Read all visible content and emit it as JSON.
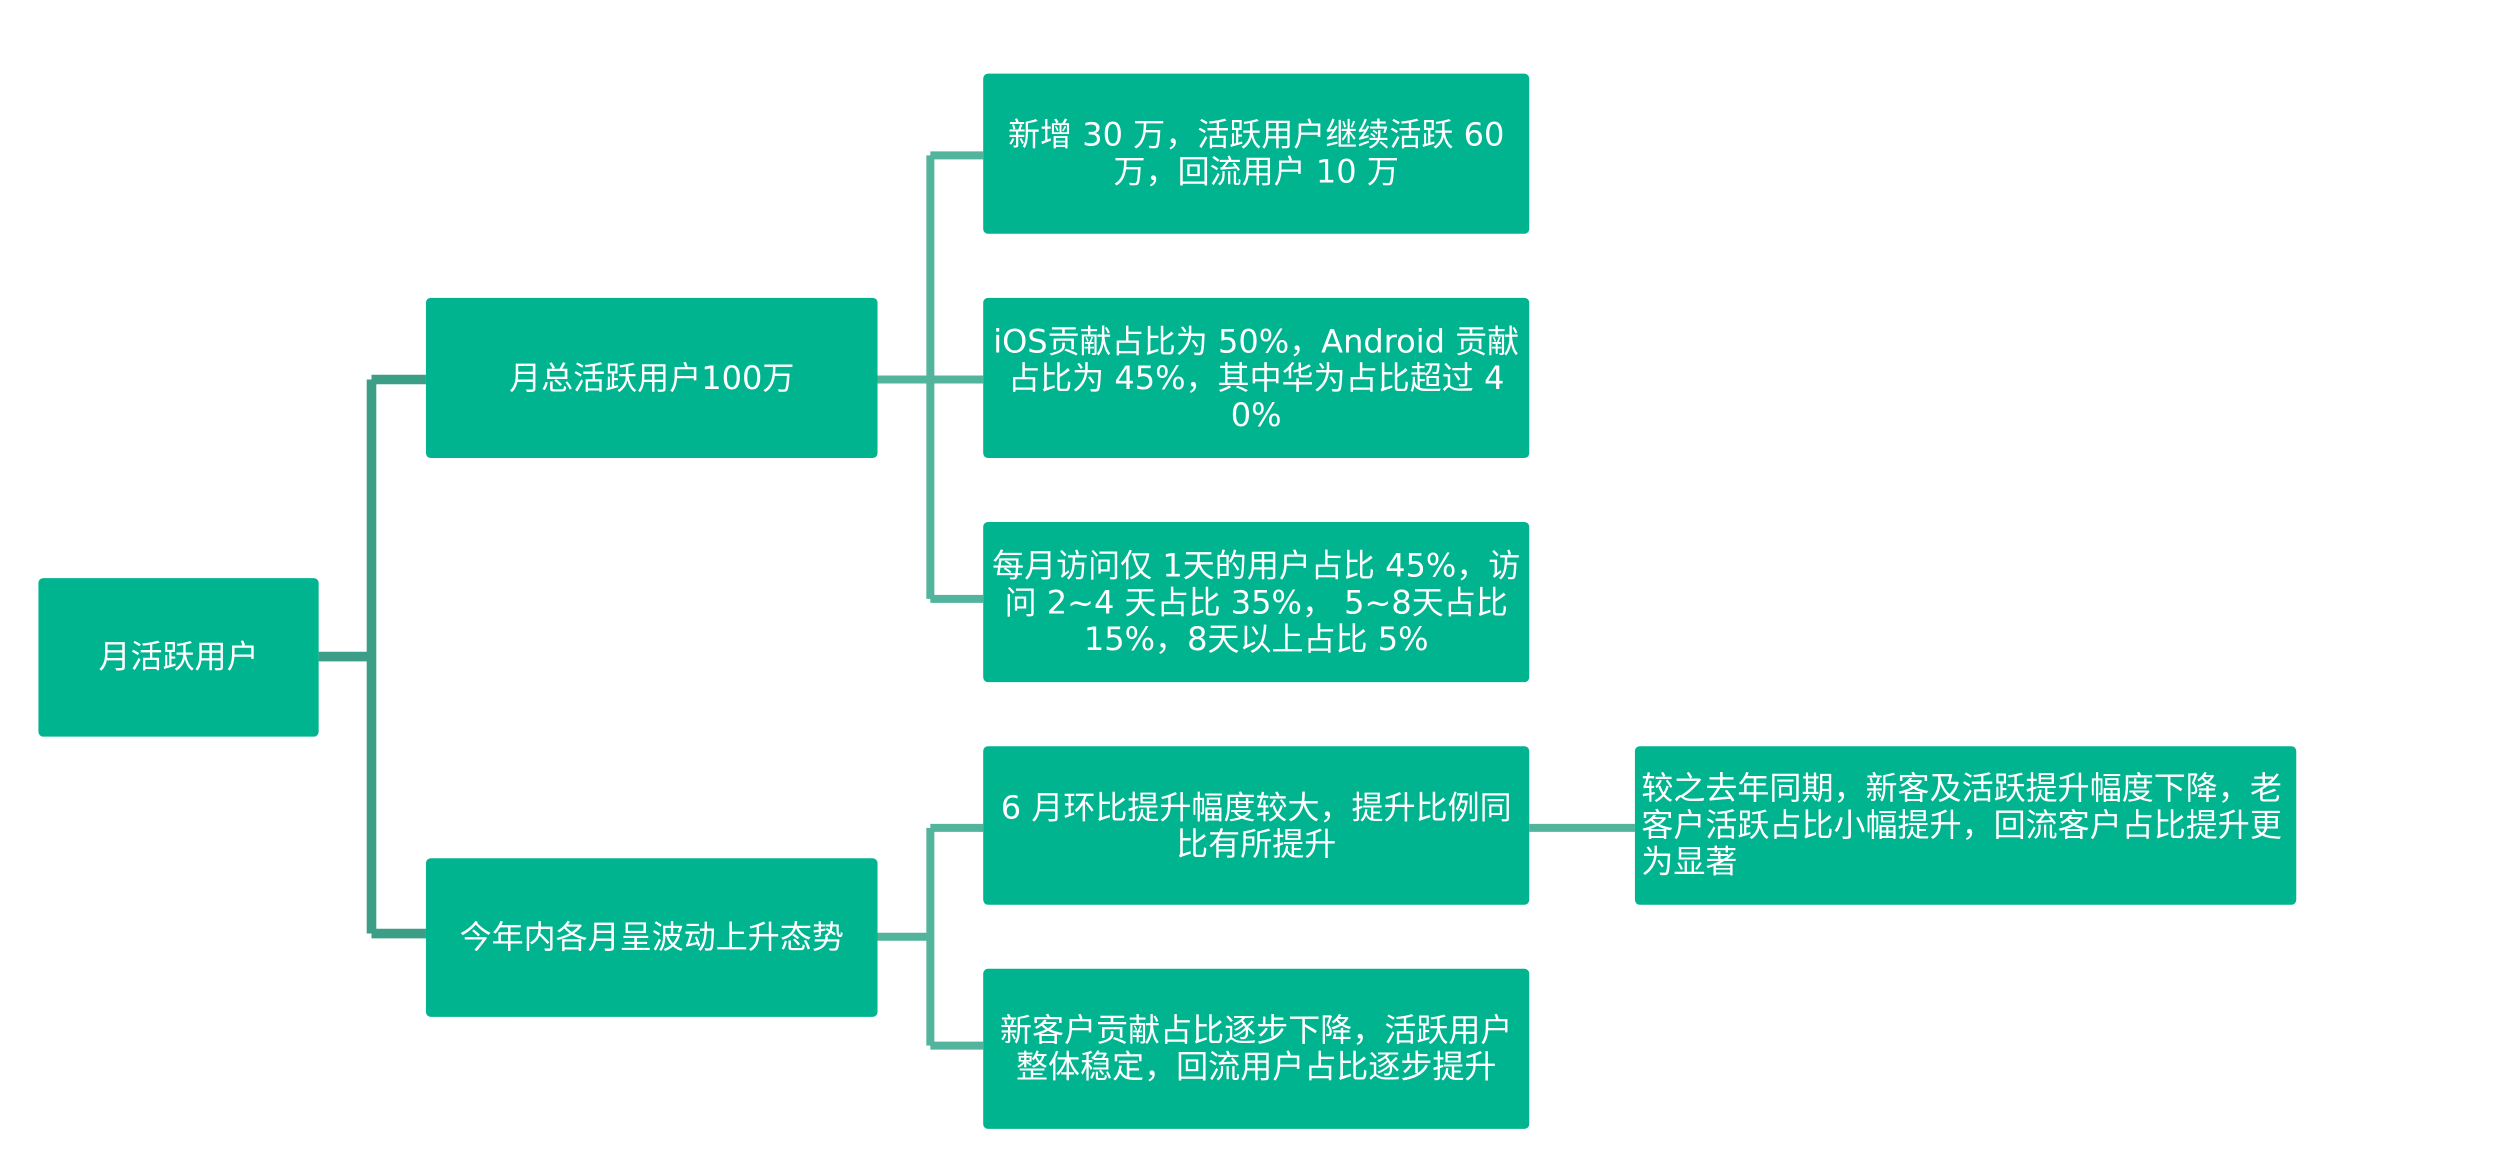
{
  "colors": {
    "node_fill": "#00b48f",
    "connector_dark": "#3d9e87",
    "connector_light": "#52b49c",
    "text": "#ffffff",
    "background": "#ffffff"
  },
  "root": {
    "label": "月活跃用户"
  },
  "branches": [
    {
      "label": "月总活跃用户100万",
      "children": [
        {
          "label": "新增 30 万，活跃用户继续活跃 60 万，回流用户 10 万"
        },
        {
          "label": "iOS贡献占比为 50%，Android 贡献占比为 45%，其中华为占比超过 40%"
        },
        {
          "label": "每月访问仅 1天的用户占比 45%，访问 2~4 天占比 35%， 5~8天占比 15%，8天以上占比 5%"
        }
      ]
    },
    {
      "label": "今年内各月呈波动上升态势",
      "children": [
        {
          "label": "6 月环比提升幅度较大，提升比例同比有所提升",
          "children": [
            {
              "label": "较之去年同期，新客及活跃提升幅度下降，老客户活跃占比小幅提升，回流客户占比提升更为显著"
            }
          ]
        },
        {
          "label": "新客户贡献占比逐步下降，活跃用户整体稳定，回流用户占比逐步提升"
        }
      ]
    }
  ]
}
